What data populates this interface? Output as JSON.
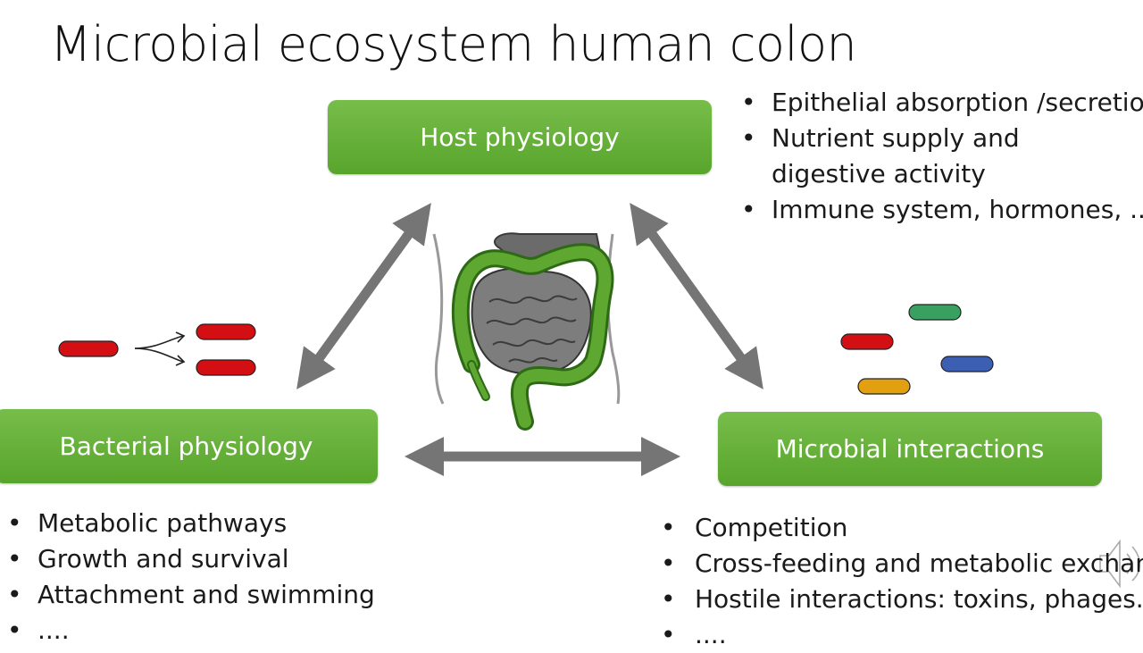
{
  "slide": {
    "title": "Microbial ecosystem human colon"
  },
  "boxes": {
    "host": "Host physiology",
    "bacterial": "Bacterial physiology",
    "microbial": "Microbial interactions"
  },
  "lists": {
    "host": [
      "Epithelial absorption /secretion",
      "Nutrient supply and digestive activity",
      "Immune system, hormones, ..."
    ],
    "bacterial": [
      "Metabolic pathways",
      "Growth and survival",
      "Attachment and swimming",
      "...."
    ],
    "microbial": [
      "Competition",
      "Cross-feeding and metabolic exchange",
      "Hostile interactions: toxins, phages....",
      "...."
    ]
  },
  "colors": {
    "box_green": "#5faa35",
    "arrow_gray": "#757575",
    "bacterium_red": "#d40f14",
    "bacterium_green": "#3aa061",
    "bacterium_blue": "#3d5fb3",
    "bacterium_orange": "#e2a011",
    "colon_green": "#5ea832"
  },
  "icons": [
    "speaker-icon",
    "colon-illustration",
    "division-arrow-icon"
  ]
}
